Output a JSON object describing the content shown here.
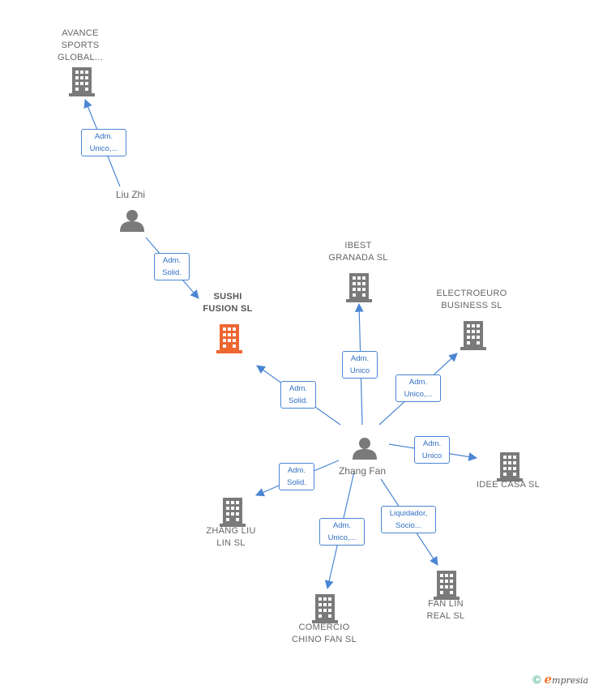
{
  "colors": {
    "company": "#7a7a7a",
    "company_focus": "#ee6630",
    "person": "#7a7a7a",
    "edge": "#4a86d3",
    "edge_text": "#2f6fc4"
  },
  "companies": [
    {
      "id": "avance",
      "label": "AVANCE\nSPORTS\nGLOBAL...",
      "focus": false
    },
    {
      "id": "ibest",
      "label": "IBEST\nGRANADA  SL",
      "focus": false
    },
    {
      "id": "electroeuro",
      "label": "ELECTROEURO\nBUSINESS  SL",
      "focus": false
    },
    {
      "id": "sushi",
      "label": "SUSHI\nFUSION  SL",
      "focus": true
    },
    {
      "id": "idee",
      "label": "IDEE CASA  SL",
      "focus": false
    },
    {
      "id": "zhangliu",
      "label": "ZHANG LIU\nLIN  SL",
      "focus": false
    },
    {
      "id": "fanlin",
      "label": "FAN LIN\nREAL  SL",
      "focus": false
    },
    {
      "id": "comercio",
      "label": "COMERCIO\nCHINO FAN  SL",
      "focus": false
    }
  ],
  "persons": [
    {
      "id": "liuzhi",
      "label": "Liu Zhi"
    },
    {
      "id": "zhangfan",
      "label": "Zhang Fan"
    }
  ],
  "edges": [
    {
      "id": "e1",
      "from": "liuzhi",
      "to": "avance",
      "lines": [
        "Adm.",
        "Unico,..."
      ]
    },
    {
      "id": "e2",
      "from": "liuzhi",
      "to": "sushi",
      "lines": [
        "Adm.",
        "Solid."
      ]
    },
    {
      "id": "e3",
      "from": "zhangfan",
      "to": "sushi",
      "lines": [
        "Adm.",
        "Solid."
      ]
    },
    {
      "id": "e4",
      "from": "zhangfan",
      "to": "ibest",
      "lines": [
        "Adm.",
        "Unico"
      ]
    },
    {
      "id": "e5",
      "from": "zhangfan",
      "to": "electroeuro",
      "lines": [
        "Adm.",
        "Unico,..."
      ]
    },
    {
      "id": "e6",
      "from": "zhangfan",
      "to": "idee",
      "lines": [
        "Adm.",
        "Unico"
      ]
    },
    {
      "id": "e7",
      "from": "zhangfan",
      "to": "zhangliu",
      "lines": [
        "Adm.",
        "Solid."
      ]
    },
    {
      "id": "e8",
      "from": "zhangfan",
      "to": "comercio",
      "lines": [
        "Adm.",
        "Unico,..."
      ]
    },
    {
      "id": "e9",
      "from": "zhangfan",
      "to": "fanlin",
      "lines": [
        "Liquidador,",
        "Socio..."
      ]
    }
  ],
  "footer": {
    "copyright": "©",
    "brand_initial": "e",
    "brand_rest": "mpresia"
  }
}
